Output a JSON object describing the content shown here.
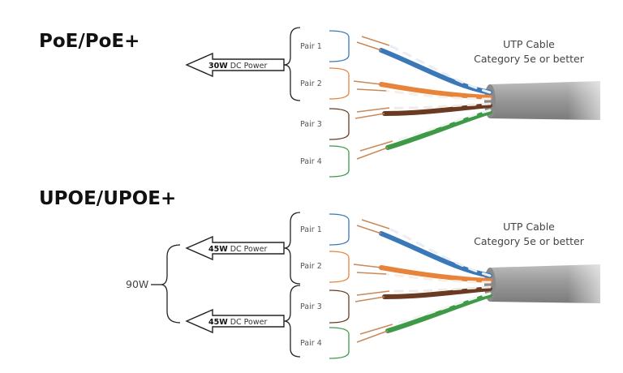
{
  "sections": [
    {
      "title": "PoE/PoE+",
      "cable": {
        "line1": "UTP Cable",
        "line2": "Category 5e or better"
      },
      "pairs": [
        "Pair 1",
        "Pair 2",
        "Pair 3",
        "Pair 4"
      ],
      "arrows": [
        {
          "watts": "30W",
          "text": "DC Power"
        }
      ]
    },
    {
      "title": "UPOE/UPOE+",
      "cable": {
        "line1": "UTP Cable",
        "line2": "Category 5e or better"
      },
      "pairs": [
        "Pair 1",
        "Pair 2",
        "Pair 3",
        "Pair 4"
      ],
      "arrows": [
        {
          "watts": "45W",
          "text": "DC Power"
        },
        {
          "watts": "45W",
          "text": "DC Power"
        }
      ],
      "total": "90W"
    }
  ],
  "colors": {
    "pair1": "#3a78b8",
    "pair2": "#e8833a",
    "pair3": "#6b3a22",
    "pair4": "#3f9a48",
    "jacket": "#9a9a9a",
    "copper": "#c98a5a"
  }
}
